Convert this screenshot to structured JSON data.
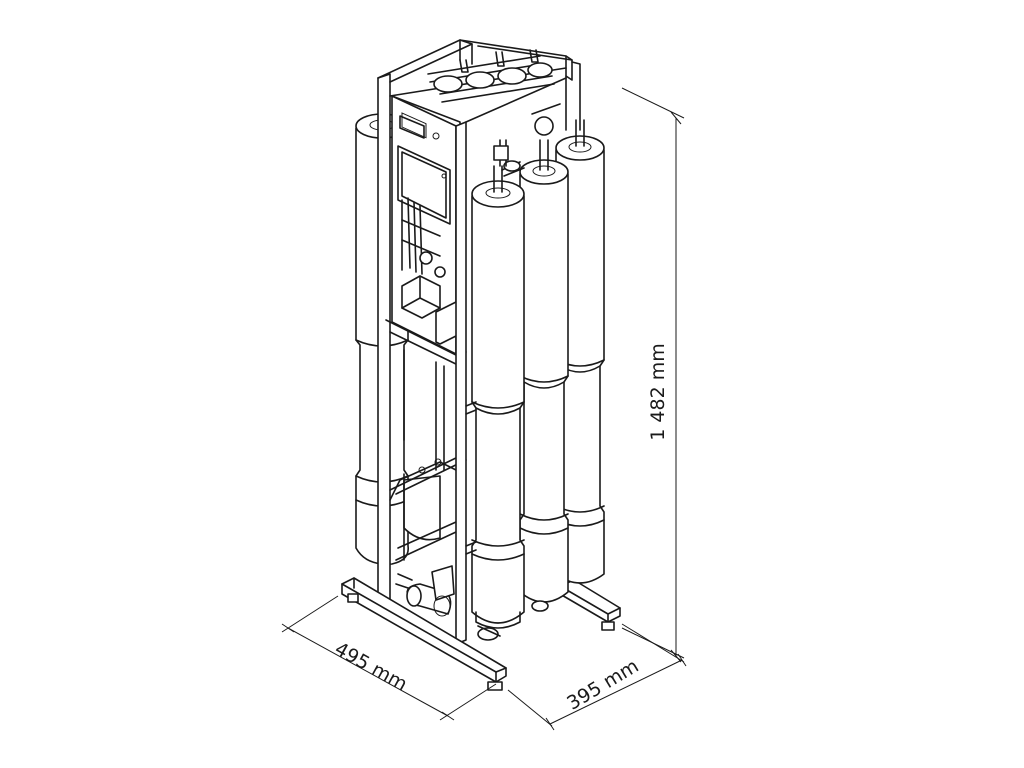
{
  "dimensions": {
    "height": "1 482 mm",
    "width": "495 mm",
    "depth": "395 mm"
  },
  "colors": {
    "line": "#1a1a1a",
    "background": "#ffffff"
  }
}
